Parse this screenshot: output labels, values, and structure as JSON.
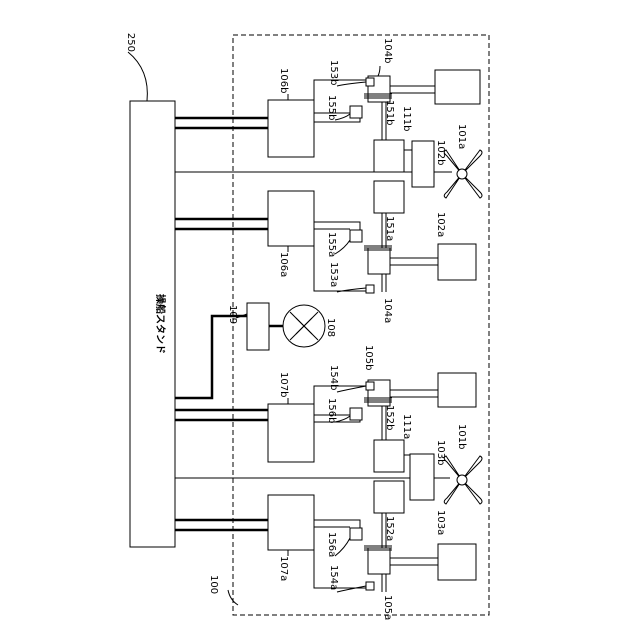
{
  "labels": {
    "stand": "操船スタンド",
    "n250": "250",
    "n100": "100",
    "n109": "109",
    "n108": "108",
    "n106b": "106b",
    "n106a": "106a",
    "n107b": "107b",
    "n107a": "107a",
    "n104b": "104b",
    "n104a": "104a",
    "n105b": "105b",
    "n105a": "105a",
    "n153b": "153b",
    "n155b": "155b",
    "n151b": "151b",
    "n111b": "111b",
    "n102b": "102b",
    "n101a": "101a",
    "n155a": "155a",
    "n153a": "153a",
    "n151a": "151a",
    "n102a": "102a",
    "n154b": "154b",
    "n156b": "156b",
    "n152b": "152b",
    "n111a": "111a",
    "n103b": "103b",
    "n101b": "101b",
    "n156a": "156a",
    "n154a": "154a",
    "n152a": "152a",
    "n103a": "103a"
  }
}
